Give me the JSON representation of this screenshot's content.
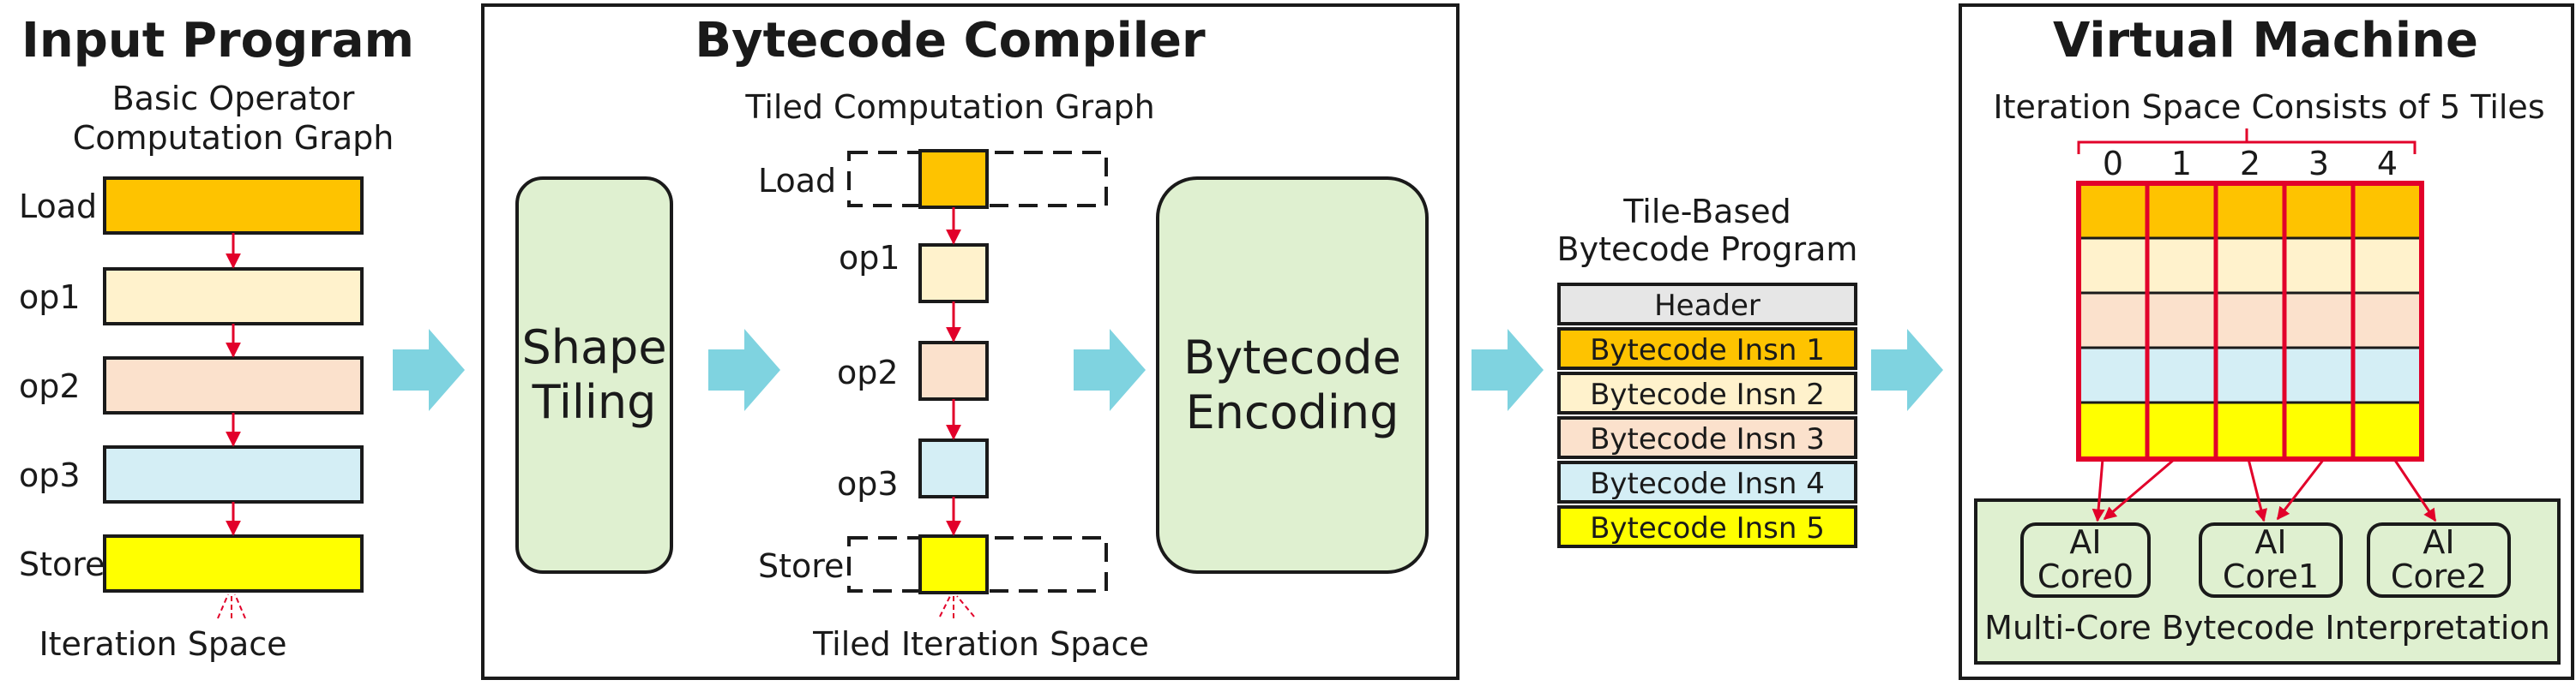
{
  "input_program": {
    "title": "Input Program",
    "subtitle_line1": "Basic Operator",
    "subtitle_line2": "Computation Graph",
    "ops": [
      "Load",
      "op1",
      "op2",
      "op3",
      "Store"
    ],
    "iteration_label": "Iteration Space"
  },
  "compiler": {
    "title": "Bytecode Compiler",
    "tiled_graph_label": "Tiled Computation Graph",
    "shape_tiling_line1": "Shape",
    "shape_tiling_line2": "Tiling",
    "tiled_ops": [
      "Load",
      "op1",
      "op2",
      "op3",
      "Store"
    ],
    "tiled_iteration_label": "Tiled Iteration Space",
    "encoding_line1": "Bytecode",
    "encoding_line2": "Encoding"
  },
  "program": {
    "title_line1": "Tile-Based",
    "title_line2": "Bytecode Program",
    "rows": [
      "Header",
      "Bytecode Insn 1",
      "Bytecode Insn 2",
      "Bytecode Insn 3",
      "Bytecode Insn 4",
      "Bytecode Insn 5"
    ]
  },
  "vm": {
    "title": "Virtual Machine",
    "iteration_label": "Iteration Space Consists of 5 Tiles",
    "tile_indices": [
      "0",
      "1",
      "2",
      "3",
      "4"
    ],
    "cores": [
      {
        "line1": "AI",
        "line2": "Core0"
      },
      {
        "line1": "AI",
        "line2": "Core1"
      },
      {
        "line1": "AI",
        "line2": "Core2"
      }
    ],
    "interpretation_label": "Multi-Core Bytecode Interpretation"
  },
  "colors": {
    "load": "#fec300",
    "op1": "#fff2cc",
    "op2": "#fbe1cc",
    "op3": "#d4eef5",
    "store": "#ffff00",
    "header": "#e6e6e6",
    "stage": "#dff0d0",
    "big_arrow": "#7fd3e0",
    "red": "#e2002a"
  }
}
